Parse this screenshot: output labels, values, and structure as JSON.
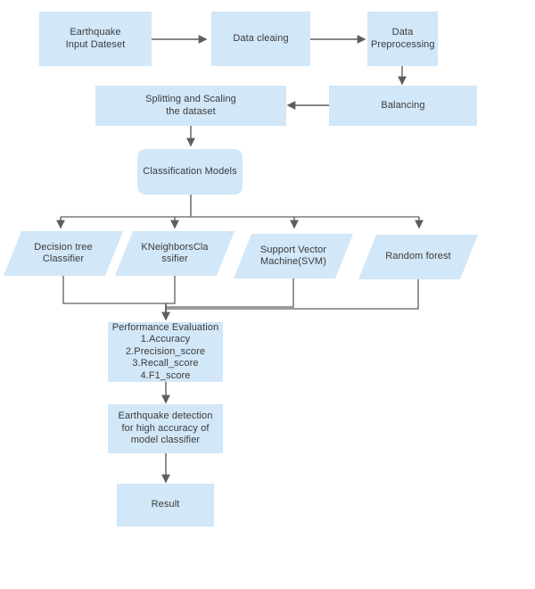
{
  "diagram": {
    "title": "Earthquake detection ML pipeline flowchart",
    "colors": {
      "node_fill": "#d2e7f7",
      "text": "#3b3b3b",
      "edge": "#5e5e5e",
      "background": "#ffffff"
    },
    "nodes": [
      {
        "id": "input",
        "label": "Earthquake\nInput Dateset",
        "shape": "rect"
      },
      {
        "id": "cleaning",
        "label": "Data cleaing",
        "shape": "rect"
      },
      {
        "id": "preprocess",
        "label": "Data\nPreprocessing",
        "shape": "rect"
      },
      {
        "id": "balancing",
        "label": "Balancing",
        "shape": "rect"
      },
      {
        "id": "splitting",
        "label": "Splitting and Scaling\nthe dataset",
        "shape": "rect"
      },
      {
        "id": "models",
        "label": "Classification Models",
        "shape": "rounded-rect"
      },
      {
        "id": "dtree",
        "label": "Decision tree\nClassifier",
        "shape": "parallelogram"
      },
      {
        "id": "knn",
        "label": "KNeighborsCla\nssifier",
        "shape": "parallelogram"
      },
      {
        "id": "svm",
        "label": "Support Vector\nMachine(SVM)",
        "shape": "parallelogram"
      },
      {
        "id": "rforest",
        "label": "Random forest",
        "shape": "parallelogram"
      },
      {
        "id": "performance",
        "label": "Performance Evaluation\n1.Accuracy\n2.Precision_score\n3.Recall_score\n4.F1_score",
        "shape": "rect"
      },
      {
        "id": "detection",
        "label": "Earthquake detection\nfor high accuracy of\nmodel classifier",
        "shape": "rect"
      },
      {
        "id": "result",
        "label": "Result",
        "shape": "rect"
      }
    ],
    "edges": [
      {
        "from": "input",
        "to": "cleaning"
      },
      {
        "from": "cleaning",
        "to": "preprocess"
      },
      {
        "from": "preprocess",
        "to": "balancing"
      },
      {
        "from": "balancing",
        "to": "splitting"
      },
      {
        "from": "splitting",
        "to": "models"
      },
      {
        "from": "models",
        "to": "dtree"
      },
      {
        "from": "models",
        "to": "knn"
      },
      {
        "from": "models",
        "to": "svm"
      },
      {
        "from": "models",
        "to": "rforest"
      },
      {
        "from": "dtree",
        "to": "performance"
      },
      {
        "from": "knn",
        "to": "performance"
      },
      {
        "from": "svm",
        "to": "performance"
      },
      {
        "from": "rforest",
        "to": "performance"
      },
      {
        "from": "performance",
        "to": "detection"
      },
      {
        "from": "detection",
        "to": "result"
      }
    ]
  }
}
